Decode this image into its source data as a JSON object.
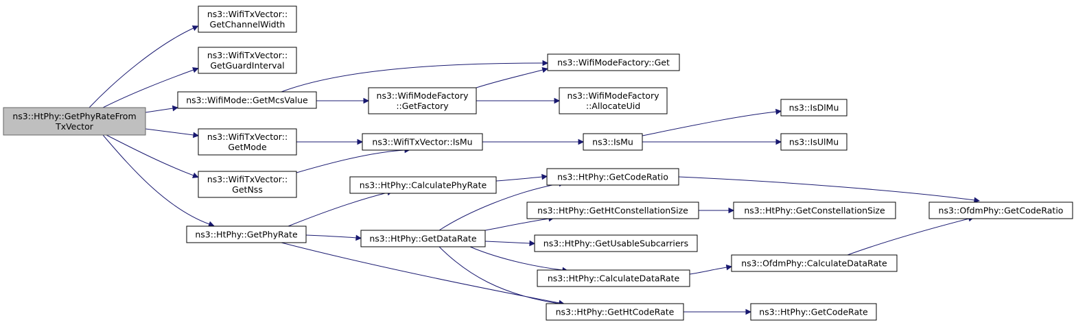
{
  "diagram": {
    "nodes": [
      {
        "id": "root",
        "lines": [
          "ns3::HtPhy::GetPhyRateFrom",
          "TxVector"
        ],
        "root": true
      },
      {
        "id": "getChannelWidth",
        "lines": [
          "ns3::WifiTxVector::",
          "GetChannelWidth"
        ]
      },
      {
        "id": "getGuardInterval",
        "lines": [
          "ns3::WifiTxVector::",
          "GetGuardInterval"
        ]
      },
      {
        "id": "getMcsValue",
        "lines": [
          "ns3::WifiMode::GetMcsValue"
        ]
      },
      {
        "id": "getMode",
        "lines": [
          "ns3::WifiTxVector::",
          "GetMode"
        ]
      },
      {
        "id": "getNss",
        "lines": [
          "ns3::WifiTxVector::",
          "GetNss"
        ]
      },
      {
        "id": "getPhyRate",
        "lines": [
          "ns3::HtPhy::GetPhyRate"
        ]
      },
      {
        "id": "factoryGet",
        "lines": [
          "ns3::WifiModeFactory::Get"
        ]
      },
      {
        "id": "getFactory",
        "lines": [
          "ns3::WifiModeFactory",
          "::GetFactory"
        ]
      },
      {
        "id": "allocateUid",
        "lines": [
          "ns3::WifiModeFactory",
          "::AllocateUid"
        ]
      },
      {
        "id": "txIsMu",
        "lines": [
          "ns3::WifiTxVector::IsMu"
        ]
      },
      {
        "id": "isMu",
        "lines": [
          "ns3::IsMu"
        ]
      },
      {
        "id": "isDlMu",
        "lines": [
          "ns3::IsDlMu"
        ]
      },
      {
        "id": "isUlMu",
        "lines": [
          "ns3::IsUlMu"
        ]
      },
      {
        "id": "calcPhyRate",
        "lines": [
          "ns3::HtPhy::CalculatePhyRate"
        ]
      },
      {
        "id": "getDataRate",
        "lines": [
          "ns3::HtPhy::GetDataRate"
        ]
      },
      {
        "id": "getCodeRatio",
        "lines": [
          "ns3::HtPhy::GetCodeRatio"
        ]
      },
      {
        "id": "getHtConst",
        "lines": [
          "ns3::HtPhy::GetHtConstellationSize"
        ]
      },
      {
        "id": "getConst",
        "lines": [
          "ns3::HtPhy::GetConstellationSize"
        ]
      },
      {
        "id": "getUsable",
        "lines": [
          "ns3::HtPhy::GetUsableSubcarriers"
        ]
      },
      {
        "id": "calcDataRate",
        "lines": [
          "ns3::HtPhy::CalculateDataRate"
        ]
      },
      {
        "id": "ofdmCalcDataRate",
        "lines": [
          "ns3::OfdmPhy::CalculateDataRate"
        ]
      },
      {
        "id": "ofdmCodeRatio",
        "lines": [
          "ns3::OfdmPhy::GetCodeRatio"
        ]
      },
      {
        "id": "getHtCodeRate",
        "lines": [
          "ns3::HtPhy::GetHtCodeRate"
        ]
      },
      {
        "id": "getCodeRate",
        "lines": [
          "ns3::HtPhy::GetCodeRate"
        ]
      }
    ],
    "edges": [
      {
        "from": "root",
        "to": "getChannelWidth"
      },
      {
        "from": "root",
        "to": "getGuardInterval"
      },
      {
        "from": "root",
        "to": "getMcsValue"
      },
      {
        "from": "root",
        "to": "getMode"
      },
      {
        "from": "root",
        "to": "getNss"
      },
      {
        "from": "root",
        "to": "getPhyRate"
      },
      {
        "from": "getMcsValue",
        "to": "factoryGet"
      },
      {
        "from": "getMcsValue",
        "to": "getFactory"
      },
      {
        "from": "getFactory",
        "to": "factoryGet"
      },
      {
        "from": "getFactory",
        "to": "allocateUid"
      },
      {
        "from": "getMode",
        "to": "txIsMu"
      },
      {
        "from": "getNss",
        "to": "txIsMu"
      },
      {
        "from": "txIsMu",
        "to": "isMu"
      },
      {
        "from": "isMu",
        "to": "isDlMu"
      },
      {
        "from": "isMu",
        "to": "isUlMu"
      },
      {
        "from": "getPhyRate",
        "to": "calcPhyRate"
      },
      {
        "from": "getPhyRate",
        "to": "getDataRate"
      },
      {
        "from": "getPhyRate",
        "to": "getHtCodeRate"
      },
      {
        "from": "calcPhyRate",
        "to": "getCodeRatio"
      },
      {
        "from": "getDataRate",
        "to": "getCodeRatio"
      },
      {
        "from": "getDataRate",
        "to": "getHtConst"
      },
      {
        "from": "getDataRate",
        "to": "getUsable"
      },
      {
        "from": "getDataRate",
        "to": "calcDataRate"
      },
      {
        "from": "getDataRate",
        "to": "getHtCodeRate"
      },
      {
        "from": "getHtConst",
        "to": "getConst"
      },
      {
        "from": "getCodeRatio",
        "to": "ofdmCodeRatio"
      },
      {
        "from": "calcDataRate",
        "to": "ofdmCalcDataRate"
      },
      {
        "from": "ofdmCalcDataRate",
        "to": "ofdmCodeRatio"
      },
      {
        "from": "getHtCodeRate",
        "to": "getCodeRate"
      }
    ],
    "colors": {
      "edge": "#191970",
      "node_border": "#000000",
      "root_fill": "#bfbfbf",
      "root_border": "#666666",
      "node_fill": "#ffffff"
    }
  }
}
